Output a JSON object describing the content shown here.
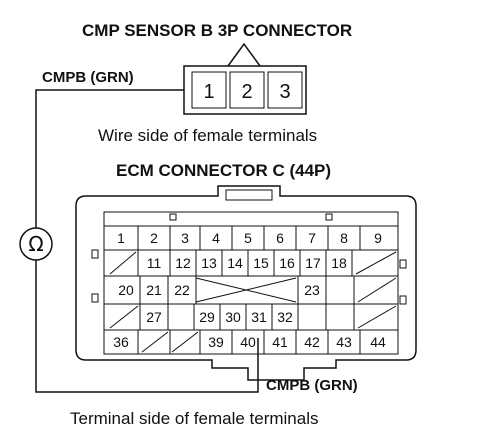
{
  "cmp_connector": {
    "title": "CMP SENSOR B 3P CONNECTOR",
    "wire_label": "CMPB (GRN)",
    "terminals": [
      "1",
      "2",
      "3"
    ],
    "caption": "Wire side of female terminals"
  },
  "ecm_connector": {
    "title": "ECM CONNECTOR C (44P)",
    "wire_label": "CMPB (GRN)",
    "caption": "Terminal side of female terminals",
    "row1": [
      "1",
      "2",
      "3",
      "4",
      "5",
      "6",
      "7",
      "8",
      "9"
    ],
    "row2": [
      "11",
      "12",
      "13",
      "14",
      "15",
      "16",
      "17",
      "18"
    ],
    "row3": [
      "20",
      "21",
      "22",
      "23"
    ],
    "row4": [
      "27",
      "29",
      "30",
      "31",
      "32"
    ],
    "row5": [
      "36",
      "39",
      "40",
      "41",
      "42",
      "43",
      "44"
    ]
  },
  "meter": {
    "symbol": "Ω",
    "icon": "ohmmeter-icon"
  }
}
